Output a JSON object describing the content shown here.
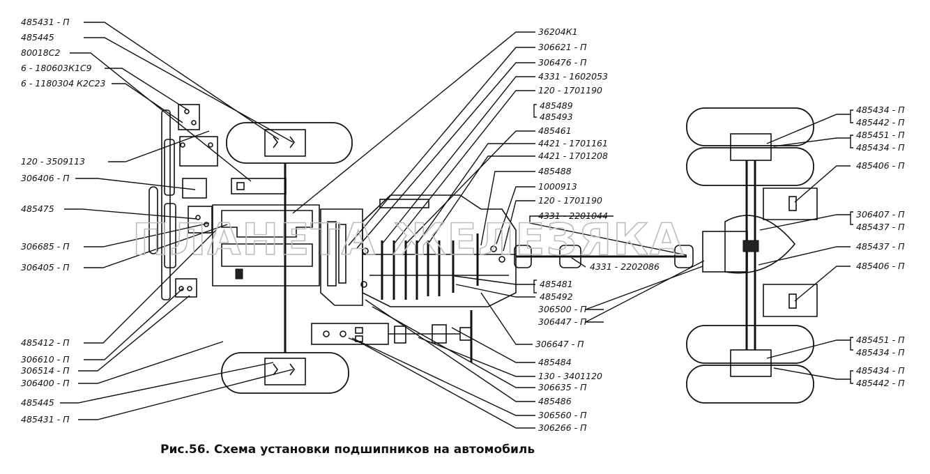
{
  "caption": "Рис.56. Схема установки подшипников на автомобиль",
  "watermark": "ПЛАНЕТА ЖЕЛЕЗЯКА",
  "labels": {
    "l01": "485431 - П",
    "l02": "485445",
    "l03": "80018С2",
    "l04": "6 - 180603К1С9",
    "l05": "6 - 1180304 К2С23",
    "l06": "120 - 3509113",
    "l07": "306406 - П",
    "l08": "485475",
    "l09": "306685 - П",
    "l10": "306405 - П",
    "l11": "485412 - П",
    "l12": "306610 - П",
    "l13": "306514 - П",
    "l14": "306400 - П",
    "l15": "485445",
    "l16": "485431 - П",
    "m01": "36204К1",
    "m02": "306621 - П",
    "m03": "306476 - П",
    "m04": "4331 - 1602053",
    "m05": "120 - 1701190",
    "m06": "485489",
    "m07": "485493",
    "m08": "485461",
    "m09": "4421 - 1701161",
    "m10": "4421 - 1701208",
    "m11": "485488",
    "m12": "1000913",
    "m13": "120 - 1701190",
    "m14": "4331 - 2201044",
    "m15": "4331 - 2202086",
    "m16": "485481",
    "m17": "485492",
    "m18": "306500 - П",
    "m19": "306447 - П",
    "m20": "306647 - П",
    "m21": "485484",
    "m22": "130 - 3401120",
    "m23": "306635 - П",
    "m24": "485486",
    "m25": "306560 - П",
    "m26": "306266 - П",
    "r01": "485434 - П",
    "r02": "485442 - П",
    "r03": "485451 - П",
    "r04": "485434 - П",
    "r05": "485406 - П",
    "r06": "306407 - П",
    "r07": "485437 - П",
    "r08": "485437 - П",
    "r09": "485406 - П",
    "r10": "485451 - П",
    "r11": "485434 - П",
    "r12": "485434 - П",
    "r13": "485442 - П"
  }
}
